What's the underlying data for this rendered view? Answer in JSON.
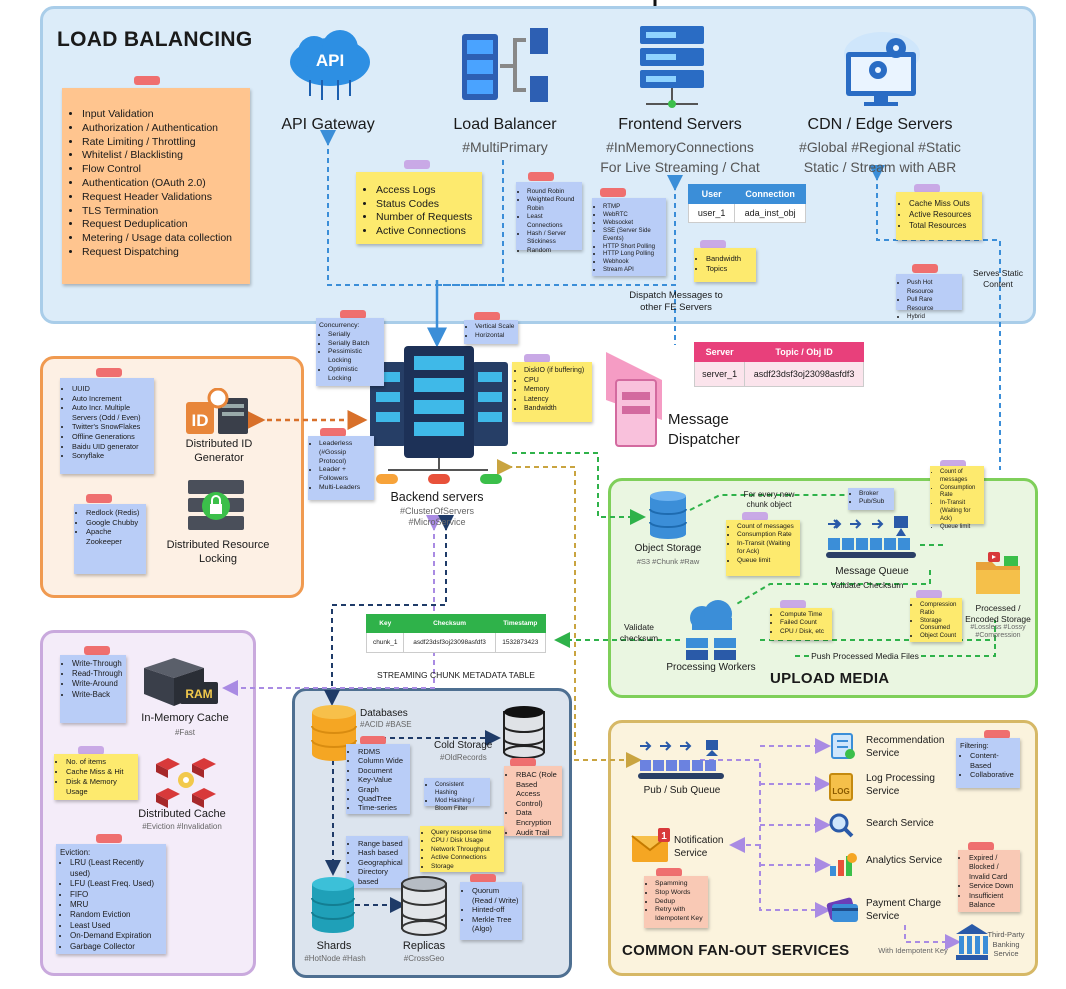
{
  "panels": {
    "load_balancing": {
      "title": "LOAD BALANCING"
    },
    "upload_media": {
      "title": "UPLOAD MEDIA"
    },
    "fan_out": {
      "title": "COMMON FAN-OUT SERVICES"
    }
  },
  "lb": {
    "api_gateway": "API Gateway",
    "api_icon_text": "API",
    "load_balancer": "Load Balancer",
    "lb_tag": "#MultiPrimary",
    "frontend": "Frontend Servers",
    "frontend_tag1": "#InMemoryConnections",
    "frontend_tag2": "For Live Streaming / Chat",
    "cdn": "CDN / Edge Servers",
    "cdn_tag1": "#Global #Regional #Static",
    "cdn_tag2": "Static / Stream with ABR",
    "gateway_note": [
      "Input Validation",
      "Authorization / Authentication",
      "Rate Limiting / Throttling",
      "Whitelist / Blacklisting",
      "Flow Control",
      "Authentication (OAuth 2.0)",
      "Request Header Validations",
      "TLS Termination",
      "Request Deduplication",
      "Metering / Usage data collection",
      "Request Dispatching"
    ],
    "access_note": [
      "Access Logs",
      "Status Codes",
      "Number of Requests",
      "Active Connections"
    ],
    "algo_note": [
      "Round Robin",
      "Weighted Round Robin",
      "Least Connections",
      "Hash / Server Stickiness",
      "Random"
    ],
    "proto_note": [
      "RTMP",
      "WebRTC",
      "Websocket",
      "SSE (Server Side Events)",
      "HTTP Short Polling",
      "HTTP Long Polling",
      "Webhook",
      "Stream API"
    ],
    "conn_table": {
      "headers": [
        "User",
        "Connection"
      ],
      "row": [
        "user_1",
        "ada_inst_obj"
      ]
    },
    "bw_note": [
      "Bandwidth",
      "Topics"
    ],
    "cdn_note": [
      "Cache Miss Outs",
      "Active Resources",
      "Total Resources"
    ],
    "push_note": [
      "Push Hot Resource",
      "Pull Rare Resource",
      "Hybrid"
    ],
    "serves_static": "Serves Static Content",
    "dispatch_msg": "Dispatch Messages to other FE Servers"
  },
  "backend": {
    "label": "Backend servers",
    "tag1": "#ClusterOfServers",
    "tag2": "#MicroService",
    "concurrency_note": [
      "Concurrency:",
      "Serially",
      "Serially Batch",
      "Pessimistic Locking",
      "Optimistic Locking"
    ],
    "scale_note": [
      "Vertical Scale",
      "Horizontal"
    ],
    "resource_note": [
      "DiskIO (if buffering)",
      "CPU",
      "Memory",
      "Latency",
      "Bandwidth"
    ],
    "leader_note": [
      "Leaderless (#Gossip Protocol)",
      "Leader + Followers",
      "Multi-Leaders"
    ]
  },
  "dispatcher": {
    "label": "Message Dispatcher",
    "table": {
      "headers": [
        "Server",
        "Topic / Obj ID"
      ],
      "row": [
        "server_1",
        "asdf23dsf3oj23098asfdf3"
      ]
    }
  },
  "idgen": {
    "label": "Distributed ID Generator",
    "icon_text": "ID",
    "note": [
      "UUID",
      "Auto Increment",
      "Auto Incr. Multiple Servers (Odd / Even)",
      "Twitter's SnowFlakes",
      "Offline Generations",
      "Baidu UID generator",
      "Sonyflake"
    ],
    "lock_label": "Distributed Resource Locking",
    "lock_note": [
      "Redlock (Redis)",
      "Google Chubby",
      "Apache Zookeeper"
    ]
  },
  "cache": {
    "inmem": "In-Memory Cache",
    "inmem_tag": "#Fast",
    "ram_text": "RAM",
    "write_note": [
      "Write-Through",
      "Read-Through",
      "Write-Around",
      "Write-Back"
    ],
    "items_note": [
      "No. of items",
      "Cache Miss & Hit",
      "Disk & Memory Usage"
    ],
    "dist": "Distributed Cache",
    "dist_tag": "#Eviction #Invalidation",
    "evict_note": [
      "Eviction:",
      "LRU (Least Recently used)",
      "LFU (Least Freq. Used)",
      "FIFO",
      "MRU",
      "Random Eviction",
      "Least Used",
      "On-Demand Expiration",
      "Garbage Collector"
    ]
  },
  "chunk_table": {
    "headers": [
      "Key",
      "Checksum",
      "Timestamp"
    ],
    "row": [
      "chunk_1",
      "asdf23dsf3oj23098asfdf3",
      "1532873423"
    ],
    "caption": "STREAMING CHUNK METADATA TABLE"
  },
  "db": {
    "databases": "Databases",
    "databases_tag": "#ACID #BASE",
    "cold": "Cold Storage",
    "cold_tag": "#OldRecords",
    "types_note": [
      "RDMS",
      "Column Wide",
      "Document",
      "Key-Value",
      "Graph",
      "QuadTree",
      "Time-series"
    ],
    "hash_note": [
      "Consistent Hashing",
      "Mod Hashing / Bloom Filter"
    ],
    "rbac_note": [
      "RBAC (Role Based Access Control)",
      "Data Encryption",
      "Audit Trail"
    ],
    "range_note": [
      "Range based",
      "Hash based",
      "Geographical",
      "Directory based"
    ],
    "query_note": [
      "Query response time",
      "CPU / Disk Usage",
      "Network Throughput",
      "Active Connections",
      "Storage"
    ],
    "quorum_note": [
      "Quorum (Read / Write)",
      "Hinted-off",
      "Merkle Tree (Algo)"
    ],
    "shards": "Shards",
    "shards_tag": "#HotNode #Hash",
    "replicas": "Replicas",
    "replicas_tag": "#CrossGeo"
  },
  "upload": {
    "object_storage": "Object Storage",
    "object_tag": "#S3 #Chunk #Raw",
    "every_chunk": "For every new chunk object",
    "queue_note": [
      "Count of messages",
      "Consumption Rate",
      "In-Transit (Waiting for Ack)",
      "Queue limit"
    ],
    "broker_note": [
      "Broker",
      "Pub/Sub"
    ],
    "mq": "Message Queue",
    "mq_top_note": [
      "Count of messages",
      "Consumption Rate",
      "In-Transit (Waiting for Ack)",
      "Queue limit"
    ],
    "validate_cs": "Validate Checksum",
    "validate_cs2": "Validate checksum",
    "workers": "Processing Workers",
    "workers_note": [
      "Compute Time",
      "Failed Count",
      "CPU / Disk, etc"
    ],
    "compress_note": [
      "Compression Ratio",
      "Storage Consumed",
      "Object Count"
    ],
    "processed": "Processed / Encoded Storage",
    "processed_tag1": "#Lossless #Lossy",
    "processed_tag2": "#Compression",
    "push_processed": "Push Processed Media Files"
  },
  "fanout": {
    "pubsub": "Pub / Sub Queue",
    "recommendation": "Recommendation Service",
    "logproc": "Log Processing Service",
    "search": "Search Service",
    "analytics": "Analytics Service",
    "payment": "Payment Charge Service",
    "notification": "Notification Service",
    "notif_badge": "1",
    "log_icon_text": "LOG",
    "filter_note": [
      "Filtering:",
      "Content-Based",
      "Collaborative"
    ],
    "spam_note": [
      "Spamming",
      "Stop Words",
      "Dedup",
      "Retry with Idempotent Key"
    ],
    "card_note": [
      "Expired / Blocked / Invalid Card",
      "Service Down",
      "Insufficient Balance"
    ],
    "idem": "With Idempotent Key",
    "bank": "Third-Party Banking Service"
  },
  "colors": {
    "lb_bg": "#dcecf9",
    "lb_border": "#a9cde9",
    "id_border": "#f09a50",
    "id_bg": "#fdf0e4",
    "cache_border": "#c9a9dd",
    "cache_bg": "#f4ecf9",
    "db_border": "#4e6f91",
    "db_bg": "#dce4ee",
    "up_border": "#7fcf5a",
    "up_bg": "#eaf6e1",
    "fan_border": "#d6b866",
    "fan_bg": "#fbf3dd",
    "note_orange": "#ffc58f",
    "note_yellow": "#fdea6e",
    "note_blue": "#b9cdf7",
    "note_pink": "#f9c9b5",
    "pin": "#ef6f6f",
    "pin_purple": "#c9a9e6"
  }
}
